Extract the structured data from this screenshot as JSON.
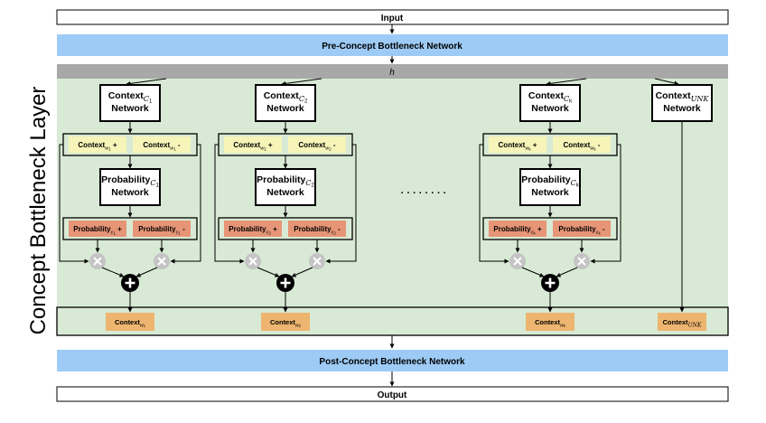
{
  "input_label": "Input",
  "pre_network_label": "Pre-Concept Bottleneck Network",
  "h_label": "h",
  "side_label": "Concept Bottleneck Layer",
  "ellipsis": "· · · · · · · ·",
  "post_network_label": "Post-Concept Bottleneck Network",
  "output_label": "Output",
  "colors": {
    "blue_bar": "#9dcbf5",
    "gray_bar": "#a8a8a8",
    "layer_bg": "#d8ead5",
    "context_pill": "#f6f4b8",
    "probability_pill": "#e69577",
    "output_pill": "#edb56f",
    "multiply_node": "#c4c4c4",
    "add_node": "#000000"
  },
  "columns": [
    {
      "context_network": {
        "title": "Context",
        "sub": "C",
        "sub2": "1",
        "line2": "Network"
      },
      "context_plus": {
        "main": "Context",
        "sub": "w",
        "sub2": "1",
        "sign": "+"
      },
      "context_minus": {
        "main": "Context",
        "sub": "w",
        "sub2": "1",
        "sign": "-"
      },
      "probability_network": {
        "title": "Probability",
        "sub": "C",
        "sub2": "1",
        "line2": "Network"
      },
      "prob_plus": {
        "main": "Probability",
        "sub": "c",
        "sub2": "1",
        "sign": "+"
      },
      "prob_minus": {
        "main": "Probability",
        "sub": "c",
        "sub2": "1",
        "sign": "-"
      },
      "output": {
        "main": "Context",
        "sub": "w",
        "sub2": "1"
      }
    },
    {
      "context_network": {
        "title": "Context",
        "sub": "C",
        "sub2": "2",
        "line2": "Network"
      },
      "context_plus": {
        "main": "Context",
        "sub": "w",
        "sub2": "2",
        "sign": "+"
      },
      "context_minus": {
        "main": "Context",
        "sub": "w",
        "sub2": "2",
        "sign": "-"
      },
      "probability_network": {
        "title": "Probability",
        "sub": "C",
        "sub2": "2",
        "line2": "Network"
      },
      "prob_plus": {
        "main": "Probability",
        "sub": "c",
        "sub2": "2",
        "sign": "+"
      },
      "prob_minus": {
        "main": "Probability",
        "sub": "c",
        "sub2": "2",
        "sign": "-"
      },
      "output": {
        "main": "Context",
        "sub": "w",
        "sub2": "2"
      }
    },
    {
      "context_network": {
        "title": "Context",
        "sub": "C",
        "sub2": "k",
        "line2": "Network"
      },
      "context_plus": {
        "main": "Context",
        "sub": "w",
        "sub2": "k",
        "sign": "+"
      },
      "context_minus": {
        "main": "Context",
        "sub": "w",
        "sub2": "k",
        "sign": "-"
      },
      "probability_network": {
        "title": "Probability",
        "sub": "C",
        "sub2": "k",
        "line2": "Network"
      },
      "prob_plus": {
        "main": "Probability",
        "sub": "c",
        "sub2": "k",
        "sign": "+"
      },
      "prob_minus": {
        "main": "Probability",
        "sub": "c",
        "sub2": "k",
        "sign": "-"
      },
      "output": {
        "main": "Context",
        "sub": "w",
        "sub2": "k"
      }
    }
  ],
  "unk_column": {
    "context_network": {
      "title": "Context",
      "sub": "UNK",
      "line2": "Network"
    },
    "output": {
      "main": "Context",
      "sub": "UNK"
    }
  }
}
